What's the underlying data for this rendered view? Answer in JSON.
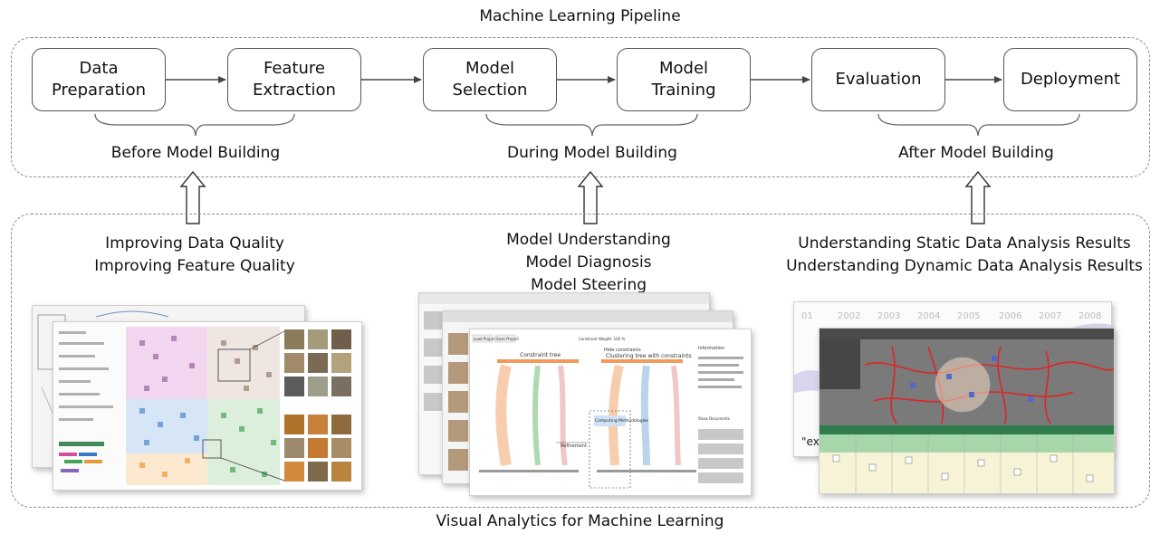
{
  "pipeline": {
    "title": "Machine Learning Pipeline",
    "stages": [
      {
        "line1": "Data",
        "line2": "Preparation"
      },
      {
        "line1": "Feature",
        "line2": "Extraction"
      },
      {
        "line1": "Model",
        "line2": "Selection"
      },
      {
        "line1": "Model",
        "line2": "Training"
      },
      {
        "line1": "Evaluation",
        "line2": ""
      },
      {
        "line1": "Deployment",
        "line2": ""
      }
    ],
    "phases": [
      "Before Model Building",
      "During Model Building",
      "After Model Building"
    ]
  },
  "va": {
    "title": "Visual Analytics for Machine Learning",
    "tasks": [
      {
        "lines": [
          "Improving Data Quality",
          "Improving Feature Quality"
        ]
      },
      {
        "lines": [
          "Model Understanding",
          "Model Diagnosis",
          "Model Steering"
        ]
      },
      {
        "lines": [
          "Understanding Static Data Analysis Results",
          "Understanding Dynamic Data Analysis Results"
        ]
      }
    ]
  },
  "screenshots": {
    "middle": {
      "left_tree_title": "Constraint tree",
      "right_tree_title": "Clustering tree with constraints",
      "hide_label": "Hide constraints",
      "refinement_label": "Refinement",
      "panel_title": "Information",
      "computing_label": "Computing Methodologies",
      "button_1": "Load Project",
      "button_2": "Save Project",
      "status_text": "Constraint Weight: 100 %",
      "side_link": "Show Documents"
    },
    "right": {
      "years": [
        "01",
        "2002",
        "2003",
        "2004",
        "2005",
        "2006",
        "2007",
        "2008"
      ],
      "quote": "\"exp"
    }
  }
}
